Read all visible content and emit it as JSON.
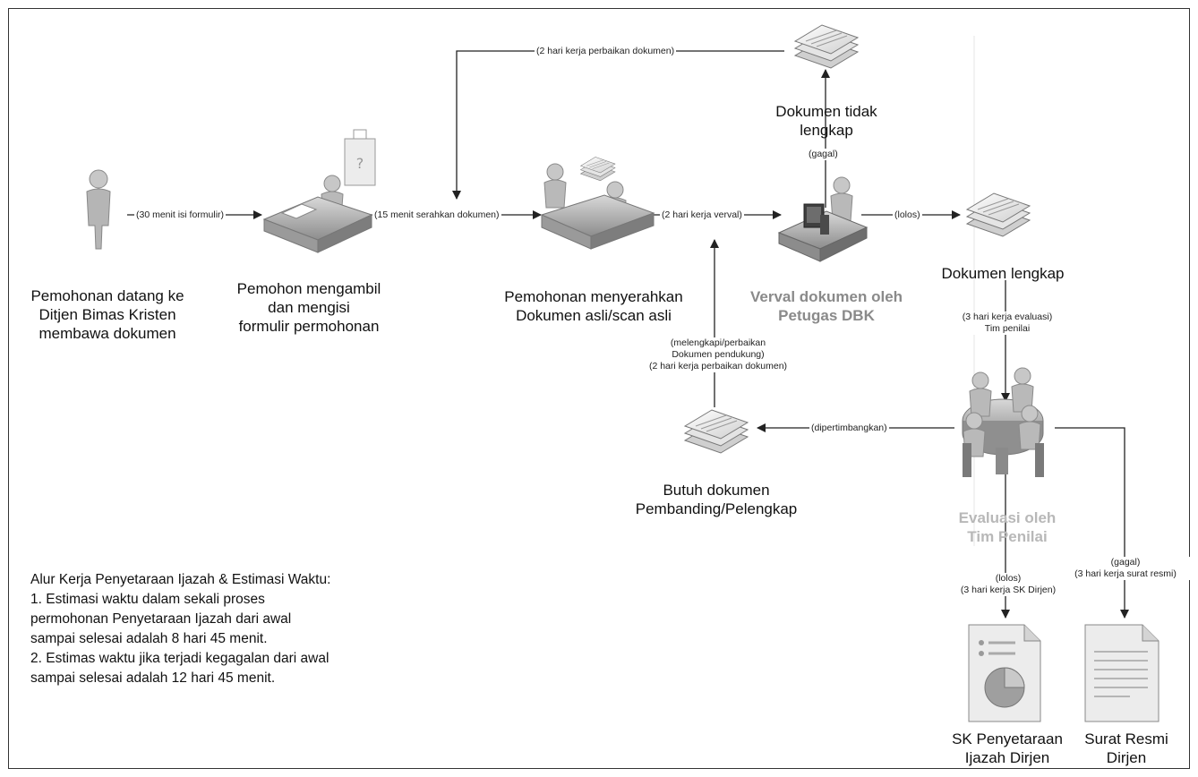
{
  "nodes": {
    "applicant": {
      "label_lines": [
        "Pemohonan datang ke",
        "Ditjen Bimas Kristen",
        "membawa dokumen"
      ],
      "icon": "person-icon"
    },
    "form": {
      "label_lines": [
        "Pemohon mengambil",
        "dan mengisi",
        "formulir permohonan"
      ],
      "icon": "person-at-desk-with-form-icon"
    },
    "submit": {
      "label_lines": [
        "Pemohonan menyerahkan",
        "Dokumen asli/scan asli"
      ],
      "icon": "meeting-handover-icon"
    },
    "verval": {
      "label_lines": [
        "Verval dokumen oleh",
        "Petugas DBK"
      ],
      "icon": "officer-at-computer-icon"
    },
    "incomplete": {
      "label_lines": [
        "Dokumen tidak",
        "lengkap"
      ],
      "icon": "document-stack-icon"
    },
    "complete": {
      "label_lines": [
        "Dokumen lengkap"
      ],
      "icon": "document-stack-icon"
    },
    "evaluation": {
      "label_lines": [
        "Evaluasi oleh",
        "Tim Penilai"
      ],
      "icon": "team-meeting-table-icon"
    },
    "extra_docs": {
      "label_lines": [
        "Butuh dokumen",
        "Pembanding/Pelengkap"
      ],
      "icon": "document-stack-icon"
    },
    "sk": {
      "label_lines": [
        "SK Penyetaraan",
        "Ijazah Dirjen"
      ],
      "icon": "report-document-icon"
    },
    "letter": {
      "label_lines": [
        "Surat Resmi",
        "Dirjen"
      ],
      "icon": "letter-document-icon"
    }
  },
  "edges": {
    "e1": [
      "30 menit isi formulir"
    ],
    "e2": [
      "15 menit serahkan dokumen"
    ],
    "e3": [
      "2 hari kerja verval"
    ],
    "e4": [
      "lolos"
    ],
    "e5": [
      "gagal"
    ],
    "e6": [
      "2 hari kerja perbaikan dokumen"
    ],
    "e7": [
      "3 hari kerja evaluasi",
      "Tim penilai"
    ],
    "e8": [
      "dipertimbangkan"
    ],
    "e9": [
      "(melengkapi/perbaikan",
      "Dokumen pendukung)",
      "(2 hari kerja perbaikan dokumen)"
    ],
    "e10": [
      "(lolos)",
      "(3 hari kerja SK Dirjen)"
    ],
    "e11": [
      "(gagal)",
      "(3 hari kerja surat resmi)"
    ]
  },
  "notes": {
    "lines": [
      "Alur Kerja Penyetaraan Ijazah & Estimasi Waktu:",
      "1. Estimasi waktu dalam sekali proses",
      "permohonan Penyetaraan Ijazah dari awal",
      "sampai selesai adalah 8 hari 45 menit.",
      "2. Estimas waktu jika terjadi kegagalan dari awal",
      "sampai selesai adalah 12 hari 45 menit."
    ]
  },
  "colors": {
    "line": "#222222",
    "icon_fill": "#b9b9b9",
    "icon_dark": "#5e5e5e",
    "muted_label": "#8a8a8a",
    "faded_label": "#b8b8b8"
  }
}
